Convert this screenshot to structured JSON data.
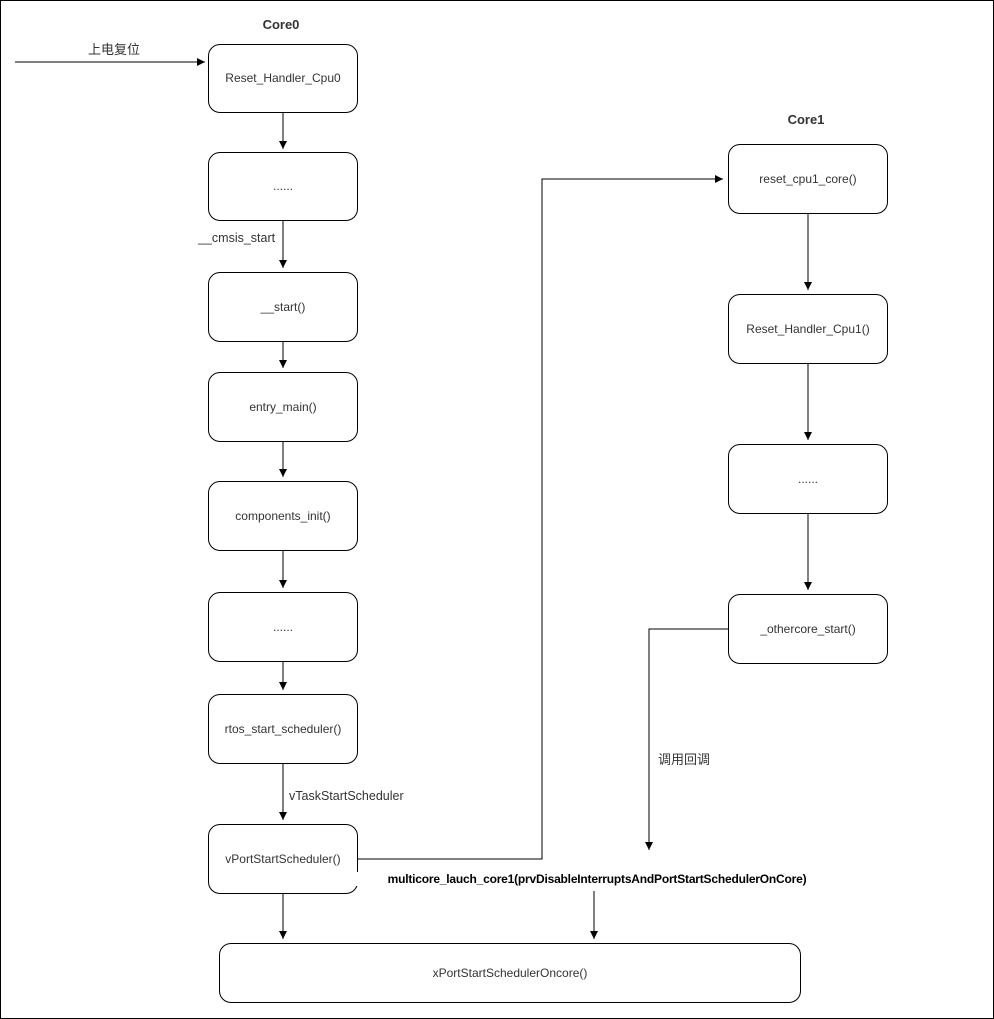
{
  "diagram": {
    "core0": {
      "title": "Core0",
      "nodes": [
        {
          "label": "Reset_Handler_Cpu0"
        },
        {
          "label": "......"
        },
        {
          "label": "__start()"
        },
        {
          "label": "entry_main()"
        },
        {
          "label": "components_init()"
        },
        {
          "label": "......"
        },
        {
          "label": "rtos_start_scheduler()"
        },
        {
          "label": "vPortStartScheduler()"
        }
      ]
    },
    "core1": {
      "title": "Core1",
      "nodes": [
        {
          "label": "reset_cpu1_core()"
        },
        {
          "label": "Reset_Handler_Cpu1()"
        },
        {
          "label": "......"
        },
        {
          "label": "_othercore_start()"
        }
      ]
    },
    "shared_node": {
      "label": "xPortStartSchedulerOncore()"
    },
    "edge_labels": {
      "power_on_reset": "上电复位",
      "cmsis_start": "__cmsis_start",
      "vtask_start_scheduler": "vTaskStartScheduler",
      "multicore_launch": "multicore_lauch_core1(prvDisableInterruptsAndPortStartSchedulerOnCore)",
      "call_callback": "调用回调"
    },
    "colors": {
      "stroke": "#000000",
      "text": "#333333",
      "background": "#ffffff"
    }
  }
}
